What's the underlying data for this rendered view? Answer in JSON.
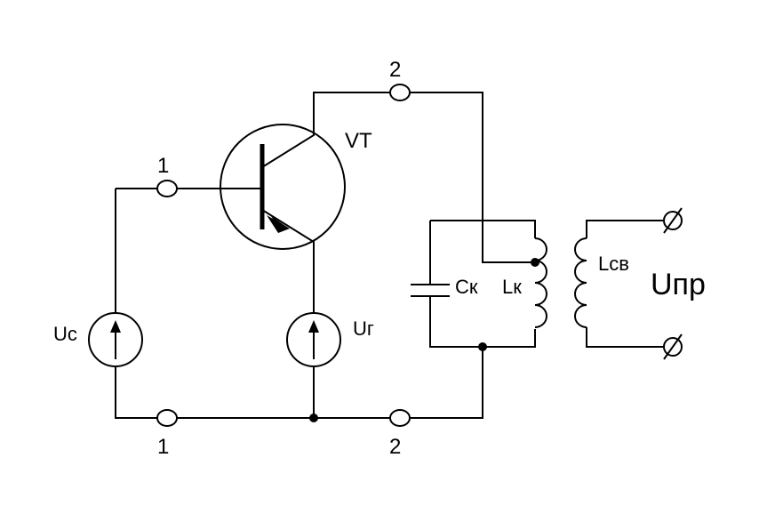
{
  "labels": {
    "transistor": "VT",
    "source_uc": "Uс",
    "source_ug": "Uг",
    "capacitor": "Ск",
    "inductor": "Lк",
    "coupling_coil": "Lсв",
    "output": "Uпр",
    "node_1_top": "1",
    "node_1_bottom": "1",
    "node_2_top": "2",
    "node_2_bottom": "2"
  }
}
